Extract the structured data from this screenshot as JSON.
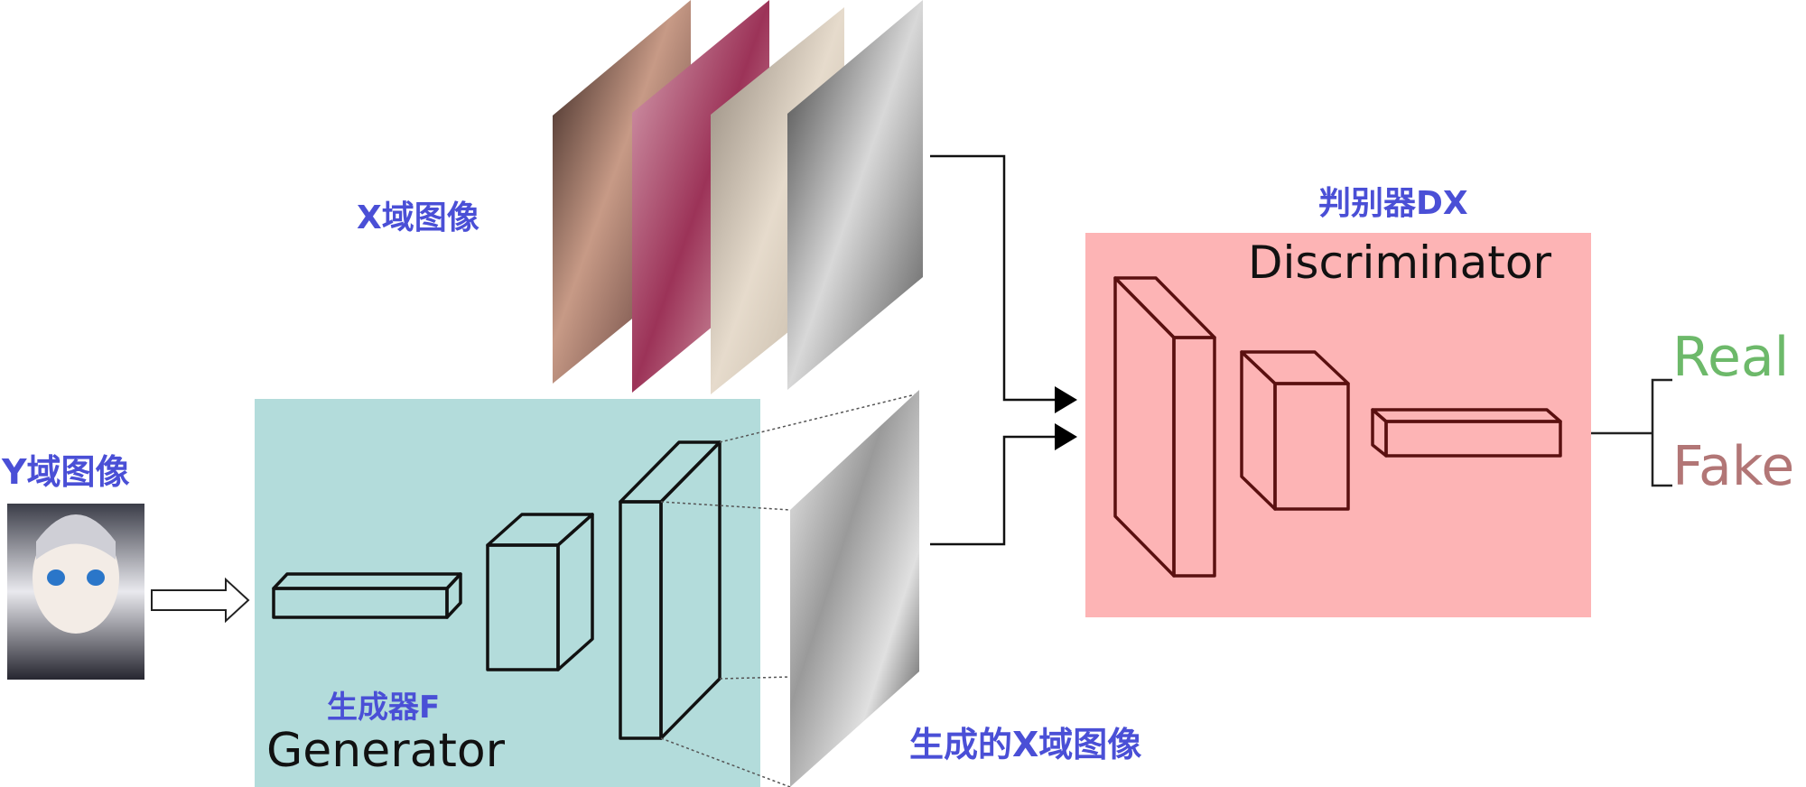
{
  "labels": {
    "x_domain": "X域图像",
    "y_domain": "Y域图像",
    "discriminator_cn": "判别器DX",
    "discriminator_en": "Discriminator",
    "generator_cn": "生成器F",
    "generator_en": "Generator",
    "generated_x": "生成的X域图像",
    "real": "Real",
    "fake": "Fake"
  },
  "colors": {
    "generator_box": "#b3dcdb",
    "discriminator_box": "#fdb4b5",
    "label_blue": "#4a4fd6",
    "real_green": "#6db96a",
    "fake_rose": "#b27676",
    "gen_stroke": "#111111",
    "disc_stroke": "#5a1010"
  },
  "images": {
    "x_domain_photos": [
      "face-photo-1",
      "face-photo-2",
      "face-photo-3",
      "face-photo-4"
    ],
    "y_domain_image": "anime-face",
    "generated_image": "generated-face-photo"
  }
}
